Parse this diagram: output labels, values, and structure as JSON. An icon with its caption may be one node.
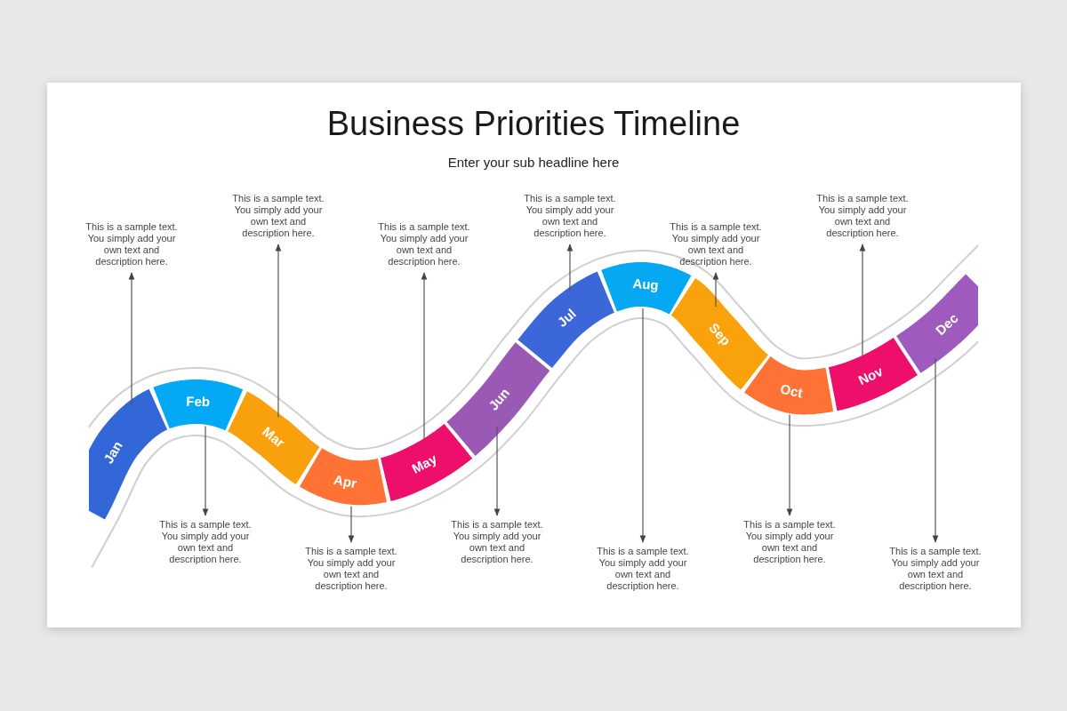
{
  "diagram": {
    "title": "Business Priorities Timeline",
    "nodes": [
      {
        "text": [
          "Jan"
        ]
      },
      {
        "text": [
          "Feb"
        ]
      },
      {
        "text": [
          "Mar"
        ]
      },
      {
        "text": [
          "Apr"
        ]
      },
      {
        "text": [
          "May"
        ]
      },
      {
        "text": [
          "Jun"
        ]
      },
      {
        "text": [
          "Jul"
        ]
      },
      {
        "text": [
          "Aug"
        ]
      },
      {
        "text": [
          "Sep"
        ]
      },
      {
        "text": [
          "Oct"
        ]
      },
      {
        "text": [
          "Nov"
        ]
      },
      {
        "text": [
          "Dec"
        ]
      },
      {
        "text": [
          "This is a sample text. You simply add your own text and description here."
        ]
      },
      {
        "text": [
          "This is a sample text. You simply add your own text and description here."
        ]
      },
      {
        "text": [
          "This is a sample text. You simply add your own text and description here."
        ]
      },
      {
        "text": [
          "This is a sample text. You simply add your own text and description here."
        ]
      },
      {
        "text": [
          "This is a sample text. You simply add your own text and description here."
        ]
      },
      {
        "text": [
          "This is a sample text. You simply add your own text and description here."
        ]
      },
      {
        "text": [
          "This is a sample text. You simply add your own text and description here."
        ]
      },
      {
        "text": [
          "This is a sample text. You simply add your own text and description here."
        ]
      },
      {
        "text": [
          "This is a sample text. You simply add your own text and description here."
        ]
      },
      {
        "text": [
          "This is a sample text. You simply add your own text and description here."
        ]
      },
      {
        "text": [
          "This is a sample text. You simply add your own text and description here."
        ]
      },
      {
        "text": [
          "This is a sample text. You simply add your own text and description here."
        ]
      }
    ],
    "edges": [
      {
        "from": 0,
        "to": 12,
        "arrow": "to"
      },
      {
        "from": 1,
        "to": 13,
        "arrow": "to"
      },
      {
        "from": 2,
        "to": 14,
        "arrow": "to"
      },
      {
        "from": 3,
        "to": 15,
        "arrow": "to"
      },
      {
        "from": 4,
        "to": 16,
        "arrow": "to"
      },
      {
        "from": 5,
        "to": 17,
        "arrow": "to"
      },
      {
        "from": 6,
        "to": 18,
        "arrow": "to"
      },
      {
        "from": 7,
        "to": 19,
        "arrow": "to"
      },
      {
        "from": 8,
        "to": 20,
        "arrow": "to"
      },
      {
        "from": 9,
        "to": 21,
        "arrow": "to"
      },
      {
        "from": 10,
        "to": 22,
        "arrow": "to"
      },
      {
        "from": 11,
        "to": 23,
        "arrow": "to"
      }
    ],
    "labels": [
      "Enter your sub headline here"
    ]
  }
}
